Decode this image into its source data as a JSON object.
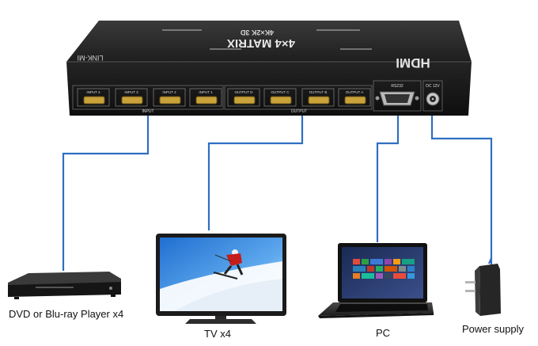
{
  "matrix": {
    "top_title": "4×4 MATRIX",
    "top_subtitle": "4K×2K 3D",
    "brand": "LINK-MI",
    "hdmi_logo": "HDMI",
    "input_group_label": "INPUT",
    "output_group_label": "OUTPUT",
    "inputs": [
      "INPUT 4",
      "INPUT 3",
      "INPUT 2",
      "INPUT 1"
    ],
    "outputs": [
      "OUTPUT D",
      "OUTPUT C",
      "OUTPUT B",
      "OUTPUT A"
    ],
    "rs232_label": "RS232",
    "dc_label": "DC 12V"
  },
  "devices": {
    "dvd_label": "DVD or Blu-ray Player x4",
    "tv_label": "TV x4",
    "pc_label": "PC",
    "power_label": "Power supply"
  },
  "colors": {
    "wire": "#2f6fc2",
    "device_body": "#2b2b2b"
  }
}
